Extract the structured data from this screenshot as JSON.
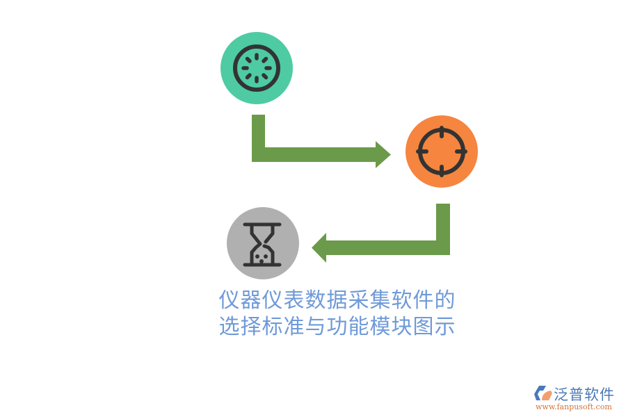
{
  "diagram": {
    "nodes": [
      {
        "id": "step-1",
        "icon": "loading-spinner-icon",
        "color": "#4ecba2"
      },
      {
        "id": "step-2",
        "icon": "crosshair-target-icon",
        "color": "#f5853f"
      },
      {
        "id": "step-3",
        "icon": "hourglass-icon",
        "color": "#b0b0b0"
      }
    ],
    "arrows": [
      {
        "from": "step-1",
        "to": "step-2",
        "color": "#6a9a4a"
      },
      {
        "from": "step-2",
        "to": "step-3",
        "color": "#6a9a4a"
      }
    ],
    "icon_stroke_color": "#333333"
  },
  "title": {
    "line1": "仪器仪表数据采集软件的",
    "line2": "选择标准与功能模块图示",
    "color": "#6f9ad8"
  },
  "logo": {
    "name": "泛普软件",
    "url": "www.fanpusoft.com"
  }
}
